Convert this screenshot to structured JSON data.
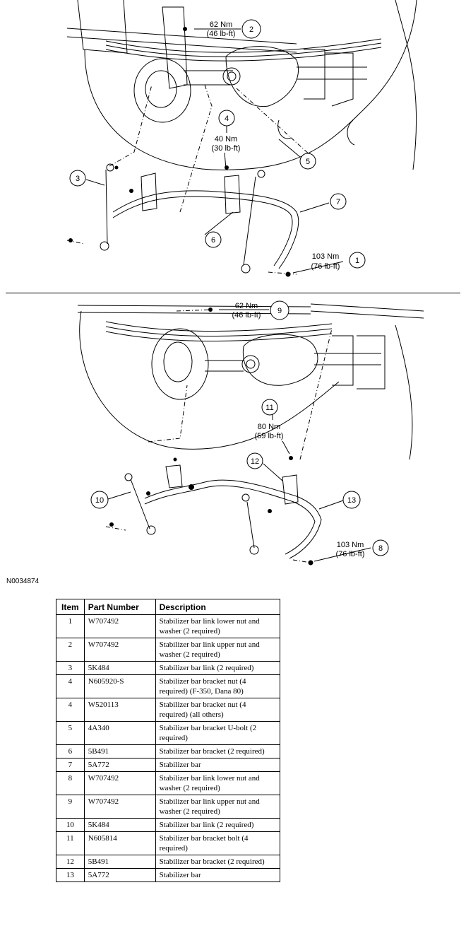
{
  "figure_id": "N0034874",
  "top_view": {
    "callouts": [
      {
        "num": "1",
        "torque_nm": "103 Nm",
        "torque_lbft": "(76 lb-ft)"
      },
      {
        "num": "2",
        "torque_nm": "62 Nm",
        "torque_lbft": "(46 lb-ft)"
      },
      {
        "num": "3"
      },
      {
        "num": "4",
        "torque_nm": "40 Nm",
        "torque_lbft": "(30 lb-ft)"
      },
      {
        "num": "5"
      },
      {
        "num": "6"
      },
      {
        "num": "7"
      }
    ]
  },
  "bottom_view": {
    "callouts": [
      {
        "num": "8",
        "torque_nm": "103 Nm",
        "torque_lbft": "(76 lb-ft)"
      },
      {
        "num": "9",
        "torque_nm": "62 Nm",
        "torque_lbft": "(46 lb-ft)"
      },
      {
        "num": "10"
      },
      {
        "num": "11",
        "torque_nm": "80 Nm",
        "torque_lbft": "(59 lb-ft)"
      },
      {
        "num": "12"
      },
      {
        "num": "13"
      }
    ]
  },
  "table": {
    "headers": [
      "Item",
      "Part Number",
      "Description"
    ],
    "rows": [
      {
        "item": "1",
        "part": "W707492",
        "desc": "Stabilizer bar link lower nut and washer (2 required)"
      },
      {
        "item": "2",
        "part": "W707492",
        "desc": "Stabilizer bar link upper nut and washer (2 required)"
      },
      {
        "item": "3",
        "part": "5K484",
        "desc": "Stabilizer bar link (2 required)"
      },
      {
        "item": "4",
        "part": "N605920-S",
        "desc": "Stabilizer bar bracket nut (4 required) (F-350, Dana 80)"
      },
      {
        "item": "4",
        "part": "W520113",
        "desc": "Stabilizer bar bracket nut (4 required) (all others)"
      },
      {
        "item": "5",
        "part": "4A340",
        "desc": "Stabilizer bar bracket U-bolt (2 required)"
      },
      {
        "item": "6",
        "part": "5B491",
        "desc": "Stabilizer bar bracket (2 required)"
      },
      {
        "item": "7",
        "part": "5A772",
        "desc": "Stabilizer bar"
      },
      {
        "item": "8",
        "part": "W707492",
        "desc": "Stabilizer bar link lower nut and washer (2 required)"
      },
      {
        "item": "9",
        "part": "W707492",
        "desc": "Stabilizer bar link upper nut and washer (2 required)"
      },
      {
        "item": "10",
        "part": "5K484",
        "desc": "Stabilizer bar link (2 required)"
      },
      {
        "item": "11",
        "part": "N605814",
        "desc": "Stabilizer bar bracket bolt (4 required)"
      },
      {
        "item": "12",
        "part": "5B491",
        "desc": "Stabilizer bar bracket (2 required)"
      },
      {
        "item": "13",
        "part": "5A772",
        "desc": "Stabilizer bar"
      }
    ]
  }
}
